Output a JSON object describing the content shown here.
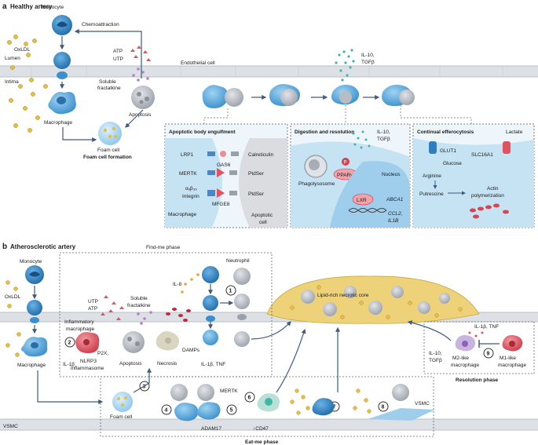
{
  "panel_a": {
    "letter": "a",
    "title": "Healthy artery",
    "labels": {
      "monocyte": "Monocyte",
      "oxldl": "OxLDL",
      "lumen": "Lumen",
      "intima": "Intima",
      "chemoattraction": "Chemoattraction",
      "atp": "ATP",
      "utp": "UTP",
      "soluble": "Soluble",
      "fractalkine": "fractalkine",
      "endothelial": "Endothelial cell",
      "apoptosis": "Apoptosis",
      "macrophage": "Macrophage",
      "foam_cell": "Foam cell",
      "foam_cell_formation": "Foam cell formation",
      "il10_line1": "IL-10,",
      "il10_line2": "TGFβ"
    },
    "engulfment": {
      "title": "Apoptotic body engulfment",
      "lrp1": "LRP1",
      "gas6": "GAS6",
      "calreticulin": "Calreticulin",
      "mertk": "MERTK",
      "ptdser1": "PtdSer",
      "integrin_line1": "αᵥβ₃₅",
      "integrin_line2": "Integrin",
      "ptdser2": "PtdSer",
      "mfge8": "MFGE8",
      "macrophage": "Macrophage",
      "apoptotic": "Apoptotic",
      "cell": "cell"
    },
    "digestion": {
      "title": "Digestion and resolution",
      "il10_line1": "IL-10,",
      "il10_line2": "TGFβ",
      "p": "P",
      "ppar": "PPARγ",
      "nucleus": "Nucleus",
      "phagolysosome": "Phagolysosome",
      "lxr": "LXR",
      "abca1": "ABCA1",
      "ccl2": "CCL2,",
      "il1b": "IL1B"
    },
    "efferocytosis": {
      "title": "Continual efferocytosis",
      "lactate": "Lactate",
      "glut1": "GLUT1",
      "slc16a1": "SLC16A1",
      "glucose": "Glucose",
      "arginine": "Arginine",
      "putrescine": "Putrescine",
      "actin_line1": "Actin",
      "actin_line2": "polymerization"
    }
  },
  "panel_b": {
    "letter": "b",
    "title": "Atherosclerotic artery",
    "find_me": "Find-me phase",
    "eat_me": "Eat-me phase",
    "resolution": "Resolution phase",
    "labels": {
      "monocyte": "Monocyte",
      "oxldl": "OxLDL",
      "macrophage": "Macrophage",
      "neutrophil": "Neutrophil",
      "il8": "IL-8",
      "utp": "UTP",
      "atp": "ATP",
      "soluble": "Soluble",
      "fractalkine": "fractalkine",
      "inflammatory_line1": "Inflammatory",
      "inflammatory_line2": "macrophage",
      "p2x": "P2X,",
      "nlrp3_line1": "NLRP3",
      "nlrp3_line2": "inflammasome",
      "il1b": "IL-1β",
      "apoptosis": "Apoptosis",
      "necrosis": "Necrosis",
      "damps": "DAMPs",
      "il1b_tnf": "IL-1β, TNF",
      "necrotic_core": "Lipid-rich necrotic core",
      "il10_line1": "IL-10,",
      "il10_line2": "TGFβ",
      "m2_line1": "M2-like",
      "m2_line2": "macrophage",
      "m1_line1": "M1-like",
      "m1_line2": "macrophage",
      "il1b_tnf2": "IL-1β, TNF",
      "foam_cell": "Foam cell",
      "mertk": "MERTK",
      "adam17": "ADAM17",
      "cd47": "↑CD47",
      "vsmc": "VSMC",
      "vsmc2": "VSMC"
    },
    "steps": [
      "1",
      "2",
      "3",
      "4",
      "5",
      "6",
      "7",
      "8",
      "9"
    ]
  },
  "colors": {
    "monocyte": "#2e7fc0",
    "macrophage": "#4aa3d8",
    "apoptotic": "#a8adb5",
    "endothelium": "#d9dde2",
    "lipid": "#e8c24a",
    "necrotic": "#f0d27a",
    "inflammatory": "#e0545f",
    "teal": "#3fb6a8",
    "ppar": "#e8787f"
  }
}
